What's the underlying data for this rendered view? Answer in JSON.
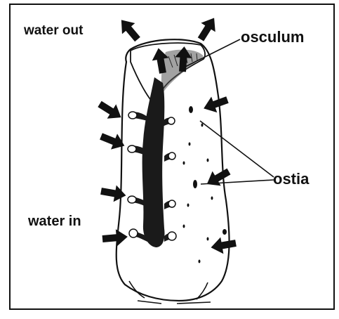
{
  "labels": {
    "water_out": "water out",
    "osculum": "osculum",
    "ostia": "ostia",
    "water_in": "water in"
  },
  "colors": {
    "ink": "#111111",
    "background": "#ffffff"
  },
  "icons": {
    "flow_arrow": "thick-arrow"
  }
}
